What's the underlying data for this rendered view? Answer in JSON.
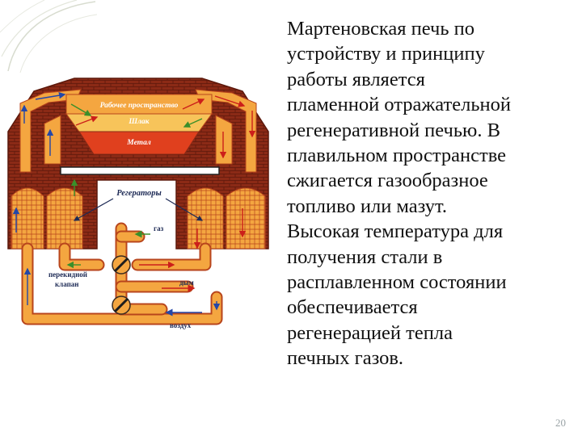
{
  "slide": {
    "text_lines": [
      "Мартеновская печь по",
      "устройству и принципу",
      "работы является",
      "пламенной отражательной",
      "регенеративной печью. В",
      "плавильном пространстве",
      "сжигается газообразное",
      "топливо или мазут.",
      "Высокая температура для",
      "получения стали в",
      "расплавленном состоянии",
      "обеспечивается",
      "регенерацией тепла",
      "печных газов."
    ],
    "page_number": "20"
  },
  "diagram": {
    "labels": {
      "work_space": "Рабочее пространство",
      "slag": "Шлак",
      "metal": "Метал",
      "regenerators": "Регераторы",
      "gas": "газ",
      "valve_line1": "перекидной",
      "valve_line2": "клапан",
      "smoke": "дым",
      "air": "воздух"
    },
    "colors": {
      "brick": "#8b2a16",
      "channel": "#f4a640",
      "channel_edge": "#b8451c",
      "metal": "#e0401e",
      "slag": "#f7c45a",
      "arrow_red": "#cc1f1a",
      "arrow_blue": "#2447a8",
      "arrow_green": "#3a8f2a"
    }
  }
}
